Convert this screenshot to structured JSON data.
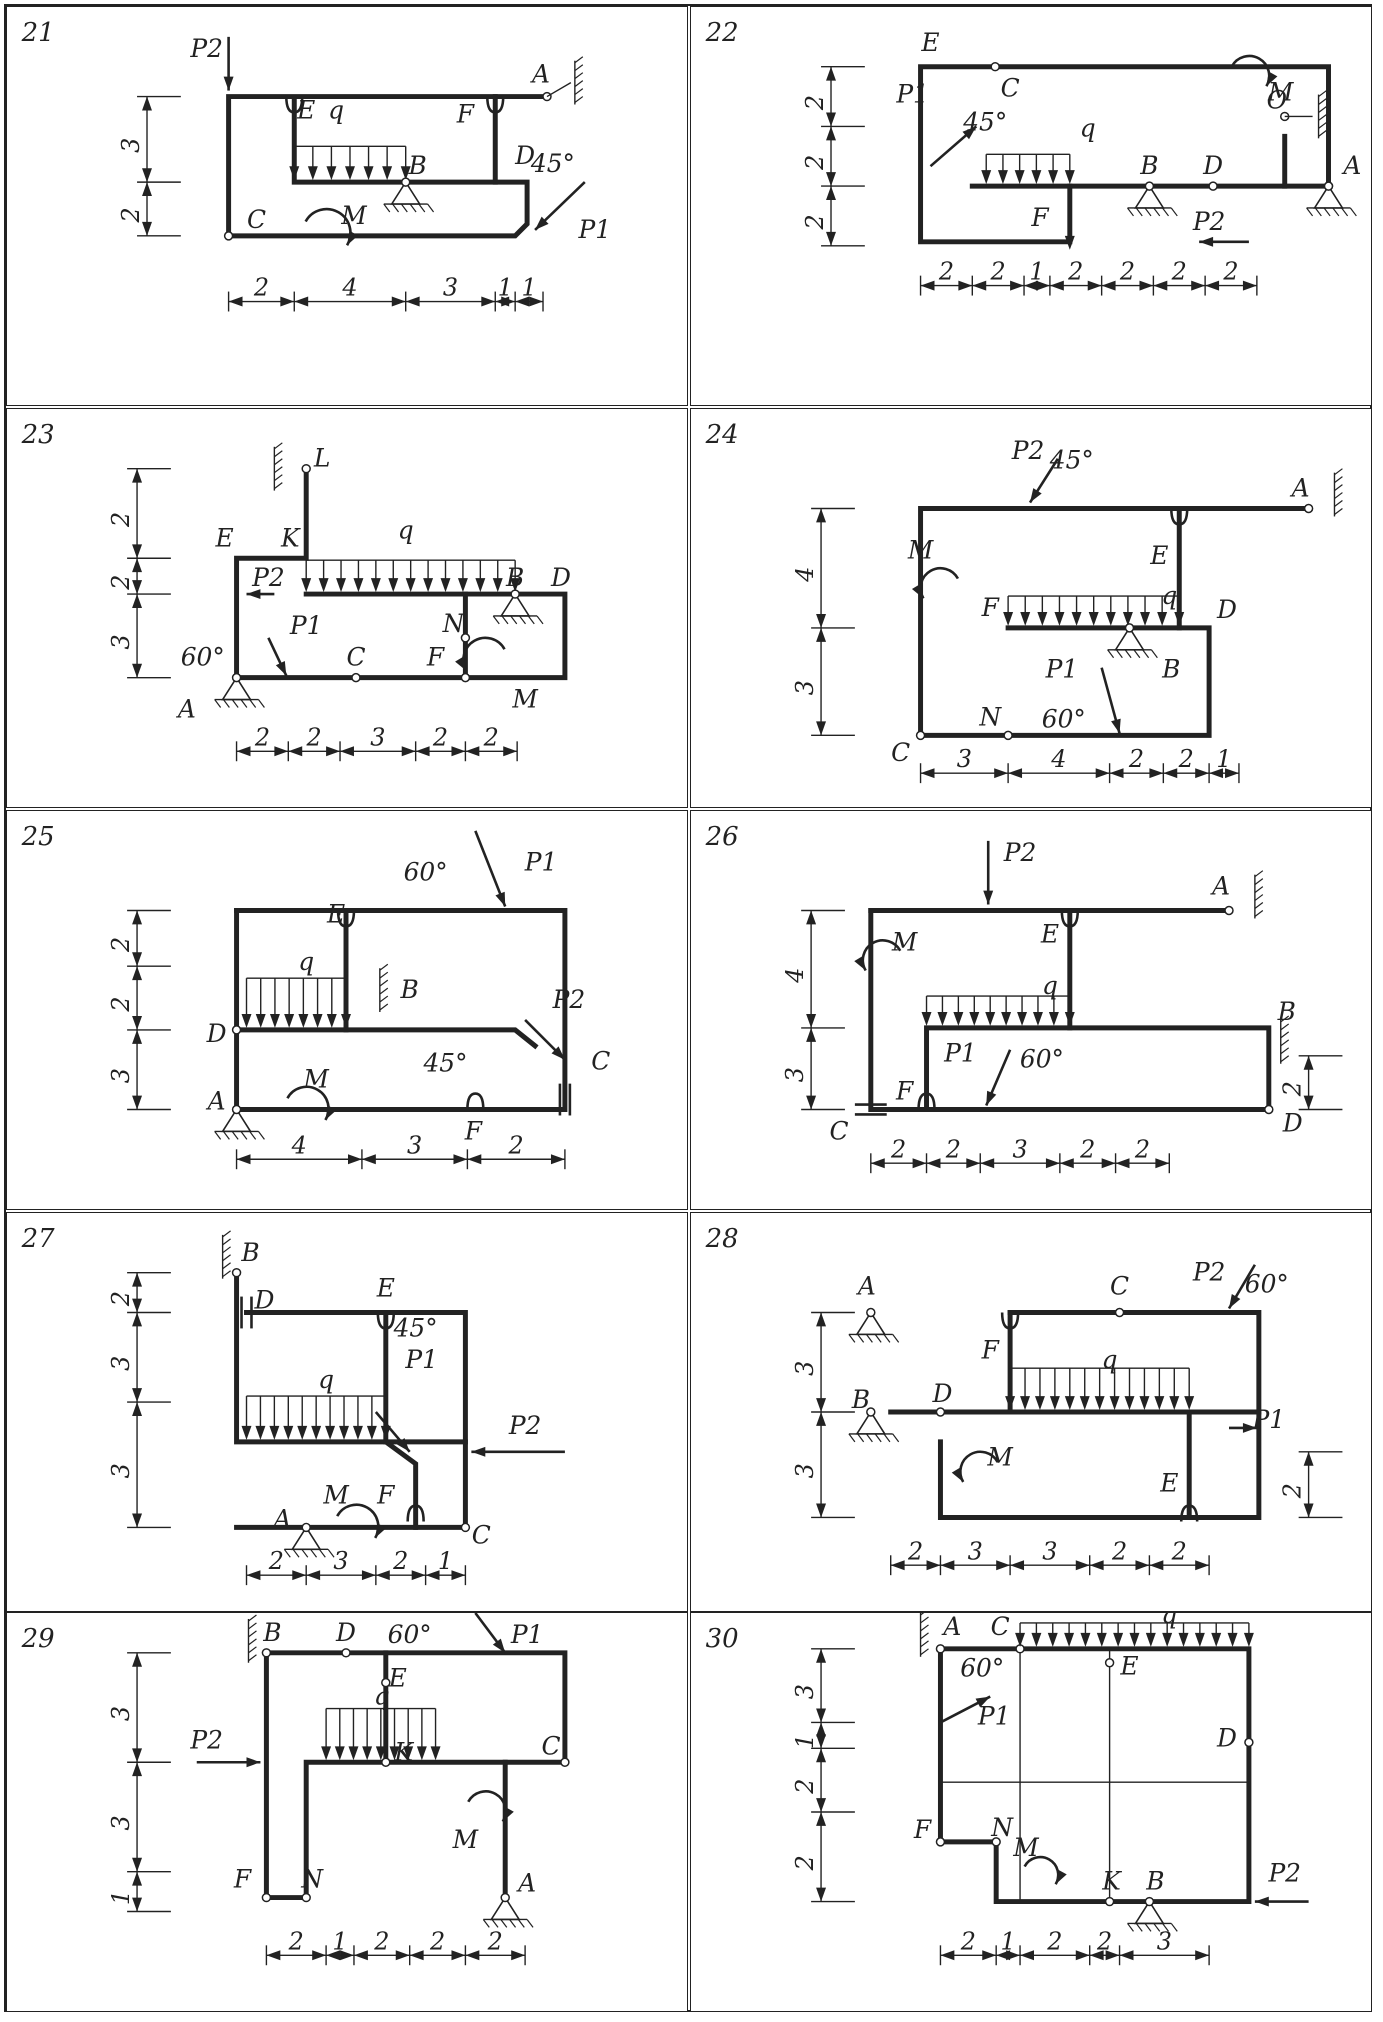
{
  "variants": [
    {
      "number": "21",
      "labels": [
        "P2",
        "A",
        "E",
        "q",
        "F",
        "D",
        "45°",
        "B",
        "C",
        "M",
        "P1"
      ],
      "dimensions": {
        "horizontal": [
          "2",
          "4",
          "3",
          "1",
          "1"
        ],
        "vertical": [
          "3",
          "2"
        ]
      }
    },
    {
      "number": "22",
      "labels": [
        "E",
        "C",
        "M",
        "O",
        "P1",
        "45°",
        "q",
        "B",
        "D",
        "A",
        "F",
        "P2"
      ],
      "dimensions": {
        "horizontal": [
          "2",
          "2",
          "1",
          "2",
          "2",
          "2",
          "2"
        ],
        "vertical": [
          "2",
          "2",
          "2"
        ]
      }
    },
    {
      "number": "23",
      "labels": [
        "L",
        "E",
        "K",
        "q",
        "P2",
        "B",
        "D",
        "N",
        "P1",
        "60°",
        "C",
        "F",
        "M",
        "A"
      ],
      "dimensions": {
        "horizontal": [
          "2",
          "2",
          "3",
          "2",
          "2"
        ],
        "vertical": [
          "2",
          "2",
          "3"
        ]
      }
    },
    {
      "number": "24",
      "labels": [
        "P2",
        "45°",
        "A",
        "M",
        "E",
        "q",
        "F",
        "D",
        "P1",
        "B",
        "N",
        "60°",
        "C"
      ],
      "dimensions": {
        "horizontal": [
          "3",
          "4",
          "2",
          "2",
          "1"
        ],
        "vertical": [
          "4",
          "3"
        ]
      }
    },
    {
      "number": "25",
      "labels": [
        "60°",
        "P1",
        "E",
        "q",
        "B",
        "D",
        "P2",
        "M",
        "45°",
        "A",
        "C",
        "F"
      ],
      "dimensions": {
        "horizontal": [
          "4",
          "3",
          "2"
        ],
        "vertical": [
          "2",
          "2",
          "3"
        ]
      }
    },
    {
      "number": "26",
      "labels": [
        "P2",
        "A",
        "M",
        "E",
        "q",
        "B",
        "P1",
        "60°",
        "F",
        "C",
        "D"
      ],
      "dimensions": {
        "horizontal": [
          "2",
          "2",
          "3",
          "2",
          "2"
        ],
        "vertical": [
          "4",
          "3"
        ],
        "right": [
          "2"
        ]
      }
    },
    {
      "number": "27",
      "labels": [
        "B",
        "D",
        "E",
        "45°",
        "q",
        "P1",
        "P2",
        "M",
        "F",
        "A",
        "C"
      ],
      "dimensions": {
        "horizontal": [
          "2",
          "3",
          "2",
          "1"
        ],
        "vertical": [
          "2",
          "3",
          "3"
        ]
      }
    },
    {
      "number": "28",
      "labels": [
        "A",
        "C",
        "P2",
        "60°",
        "F",
        "q",
        "B",
        "D",
        "P1",
        "M",
        "E"
      ],
      "dimensions": {
        "horizontal": [
          "2",
          "3",
          "3",
          "2",
          "2"
        ],
        "vertical": [
          "3",
          "3"
        ],
        "right": [
          "2"
        ]
      }
    },
    {
      "number": "29",
      "labels": [
        "B",
        "D",
        "60°",
        "P1",
        "E",
        "q",
        "P2",
        "K",
        "C",
        "F",
        "N",
        "M",
        "A"
      ],
      "dimensions": {
        "horizontal": [
          "2",
          "1",
          "2",
          "2",
          "2"
        ],
        "vertical": [
          "3",
          "3",
          "1"
        ]
      }
    },
    {
      "number": "30",
      "labels": [
        "A",
        "C",
        "q",
        "E",
        "60°",
        "P1",
        "D",
        "F",
        "N",
        "M",
        "K",
        "B",
        "P2"
      ],
      "dimensions": {
        "horizontal": [
          "2",
          "1",
          "2",
          "2",
          "3"
        ],
        "vertical": [
          "3",
          "1",
          "2",
          "2"
        ]
      }
    }
  ]
}
